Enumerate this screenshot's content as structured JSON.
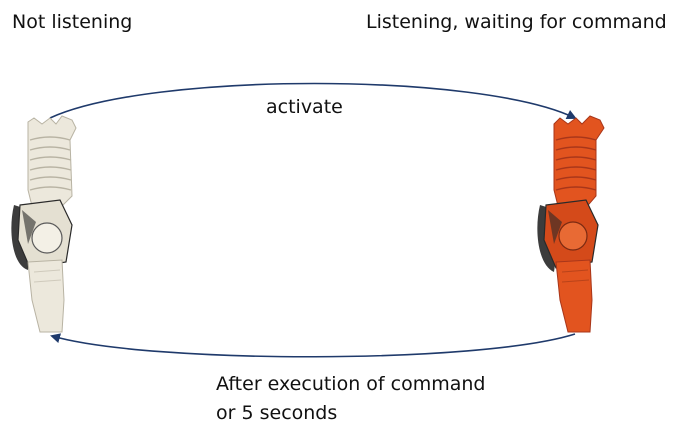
{
  "states": {
    "idle": {
      "label": "Not listening",
      "color": "#ece8dc",
      "shade": "#c9c4b5"
    },
    "active": {
      "label": "Listening, waiting for command",
      "color": "#e2541f",
      "shade": "#a8361a"
    }
  },
  "transitions": {
    "activate": {
      "label": "activate"
    },
    "deactivate": {
      "line1": "After execution of command",
      "line2": "or 5 seconds"
    }
  },
  "colors": {
    "arrow": "#1f3a6b"
  }
}
